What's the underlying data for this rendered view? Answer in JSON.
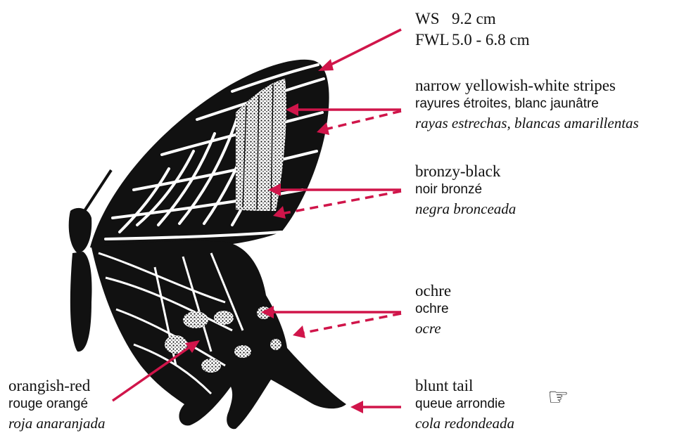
{
  "measurements": {
    "ws_label": "WS",
    "ws_value": "9.2 cm",
    "fwl_label": "FWL",
    "fwl_value": "5.0 - 6.8 cm"
  },
  "labels": {
    "stripes": {
      "en": "narrow yellowish-white stripes",
      "fr": "rayures étroites, blanc jaunâtre",
      "es": "rayas estrechas, blancas amarillentas"
    },
    "bronzy": {
      "en": "bronzy-black",
      "fr": "noir bronzé",
      "es": "negra bronceada"
    },
    "ochre": {
      "en": "ochre",
      "fr": "ochre",
      "es": "ocre"
    },
    "tail": {
      "en": "blunt tail",
      "fr": "queue arrondie",
      "es": "cola redondeada"
    },
    "orange": {
      "en": "orangish-red",
      "fr": "rouge orangé",
      "es": "roja anaranjada"
    }
  },
  "icons": {
    "pointer": "pointing-hand-icon",
    "pointer_glyph": "☞"
  },
  "colors": {
    "arrow": "#d0154a",
    "wing": "#111111",
    "stripe": "#ffffff"
  }
}
